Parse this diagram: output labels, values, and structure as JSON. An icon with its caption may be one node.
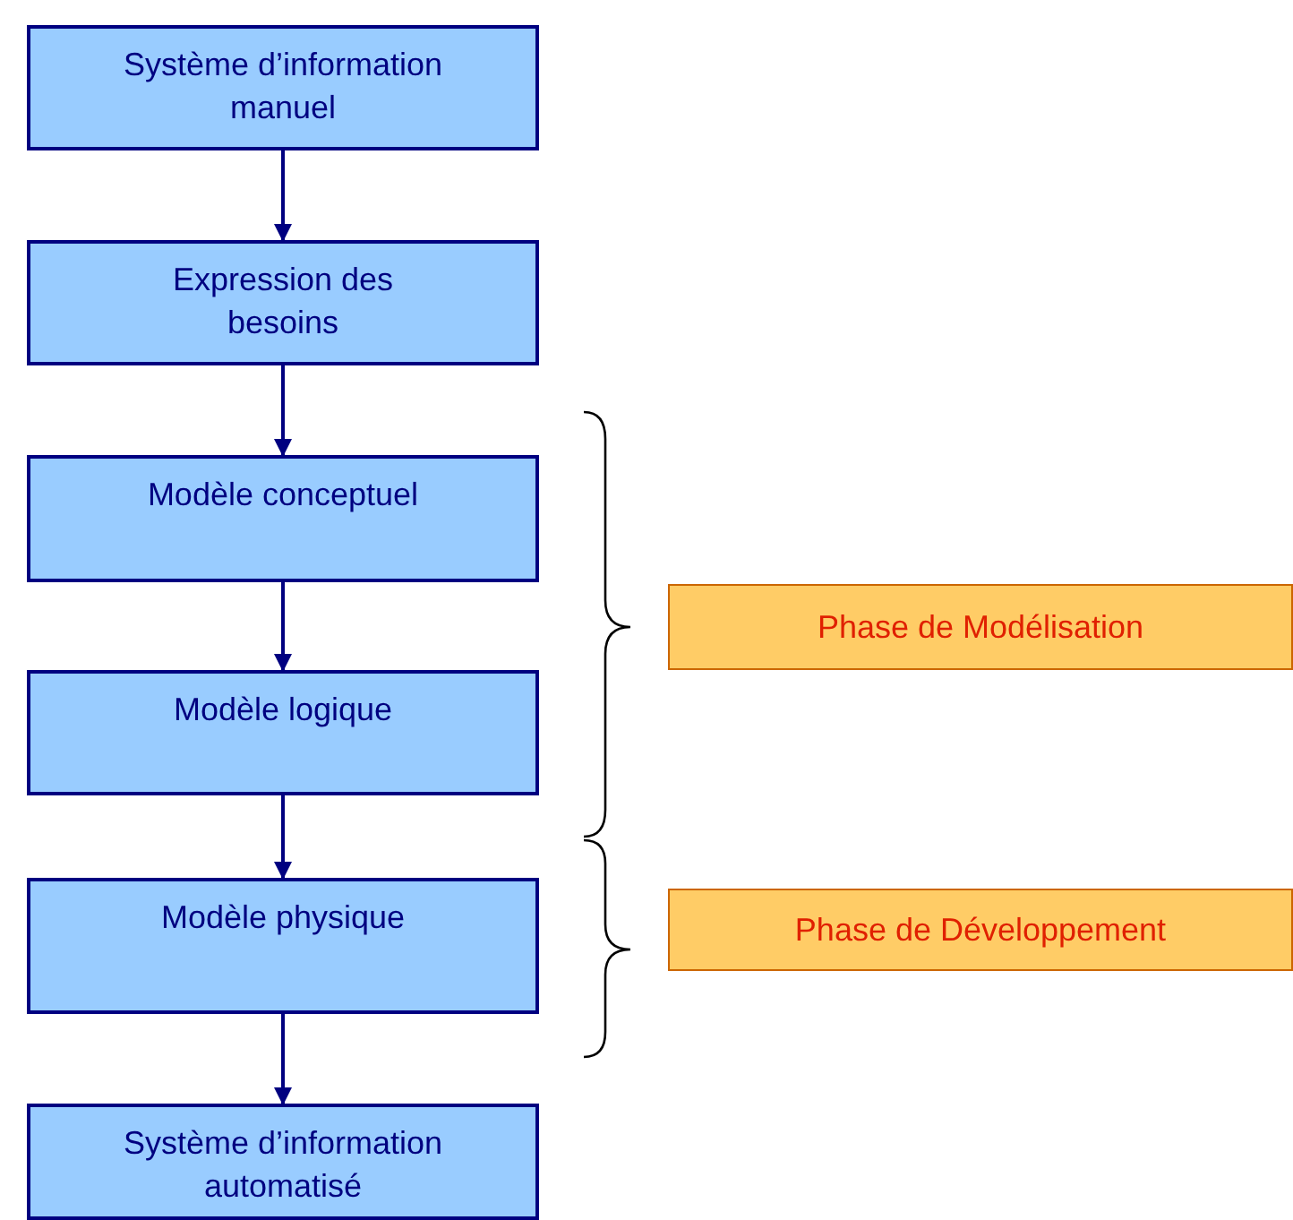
{
  "diagram": {
    "nodes": [
      {
        "text": [
          "Système d’information manuel"
        ]
      },
      {
        "text": [
          "Expression des besoins"
        ]
      },
      {
        "text": [
          "Modèle conceptuel"
        ]
      },
      {
        "text": [
          "Modèle logique"
        ]
      },
      {
        "text": [
          "Modèle physique"
        ]
      },
      {
        "text": [
          "Système d’information automatisé"
        ]
      },
      {
        "text": [
          "Phase de Modélisation"
        ]
      },
      {
        "text": [
          "Phase de Développement"
        ]
      }
    ],
    "edges": [
      {
        "from": 0,
        "to": 1,
        "arrow": "to"
      },
      {
        "from": 1,
        "to": 2,
        "arrow": "to"
      },
      {
        "from": 2,
        "to": 3,
        "arrow": "to"
      },
      {
        "from": 3,
        "to": 4,
        "arrow": "to"
      },
      {
        "from": 4,
        "to": 5,
        "arrow": "to"
      }
    ]
  }
}
